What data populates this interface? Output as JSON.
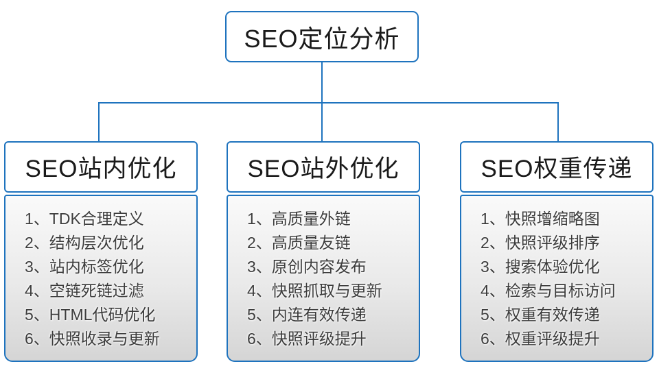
{
  "diagram": {
    "root": {
      "label": "SEO定位分析"
    },
    "columns": [
      {
        "title": "SEO站内优化",
        "items": [
          "1、TDK合理定义",
          "2、结构层次优化",
          "3、站内标签优化",
          "4、空链死链过滤",
          "5、HTML代码优化",
          "6、快照收录与更新"
        ]
      },
      {
        "title": "SEO站外优化",
        "items": [
          "1、高质量外链",
          "2、高质量友链",
          "3、原创内容发布",
          "4、快照抓取与更新",
          "5、内连有效传递",
          "6、快照评级提升"
        ]
      },
      {
        "title": "SEO权重传递",
        "items": [
          "1、快照增缩略图",
          "2、快照评级排序",
          "3、搜索体验优化",
          "4、检索与目标访问",
          "5、权重有效传递",
          "6、权重评级提升"
        ]
      }
    ],
    "colors": {
      "line": "#1e73be",
      "box_fill": "#ffffff",
      "list_gradient_top": "#fafafa",
      "list_gradient_bottom": "#d5d5d5",
      "title_text": "#1a1a1a",
      "item_text": "#3c3c3c"
    }
  }
}
